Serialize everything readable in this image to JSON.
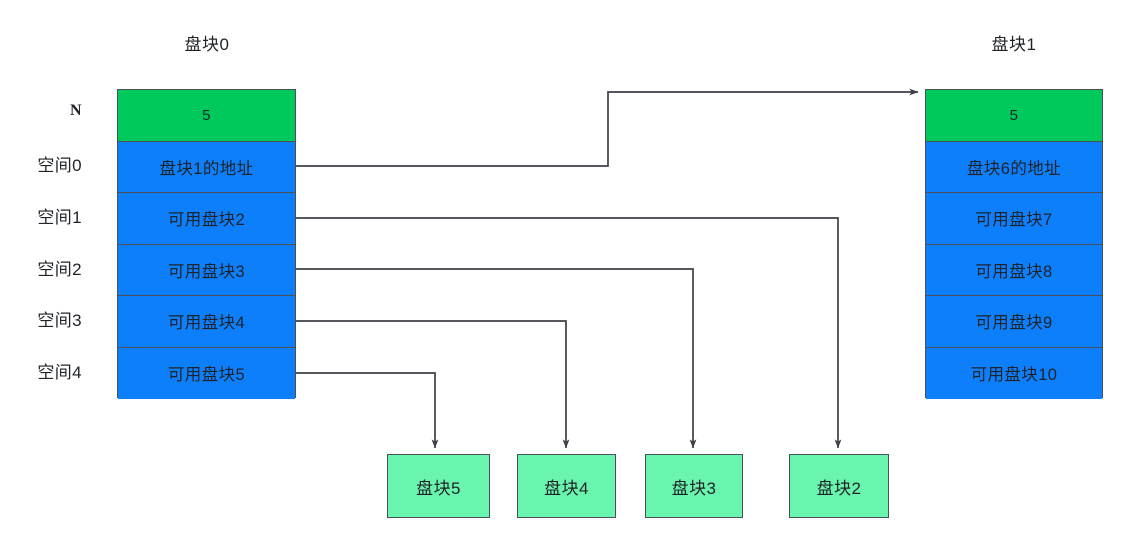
{
  "diagram": {
    "title_left": "盘块0",
    "title_right": "盘块1",
    "colors": {
      "header_green": "#00c95c",
      "row_blue": "#0d7ffb",
      "leaf_mint": "#6af5ae",
      "stroke": "#4c4f56",
      "text": "#1f2328",
      "background": "#ffffff"
    }
  },
  "side_labels": [
    {
      "text": "N"
    },
    {
      "text": "空间0"
    },
    {
      "text": "空间1"
    },
    {
      "text": "空间2"
    },
    {
      "text": "空间3"
    },
    {
      "text": "空间4"
    }
  ],
  "left_table": {
    "name": "盘块0",
    "rows": [
      {
        "text": "5",
        "kind": "header"
      },
      {
        "text": "盘块1的地址",
        "kind": "row"
      },
      {
        "text": "可用盘块2",
        "kind": "row"
      },
      {
        "text": "可用盘块3",
        "kind": "row"
      },
      {
        "text": "可用盘块4",
        "kind": "row"
      },
      {
        "text": "可用盘块5",
        "kind": "row"
      }
    ]
  },
  "right_table": {
    "name": "盘块1",
    "rows": [
      {
        "text": "5",
        "kind": "header"
      },
      {
        "text": "盘块6的地址",
        "kind": "row"
      },
      {
        "text": "可用盘块7",
        "kind": "row"
      },
      {
        "text": "可用盘块8",
        "kind": "row"
      },
      {
        "text": "可用盘块9",
        "kind": "row"
      },
      {
        "text": "可用盘块10",
        "kind": "row"
      }
    ]
  },
  "leaf_blocks": [
    {
      "text": "盘块5"
    },
    {
      "text": "盘块4"
    },
    {
      "text": "盘块3"
    },
    {
      "text": "盘块2"
    }
  ]
}
